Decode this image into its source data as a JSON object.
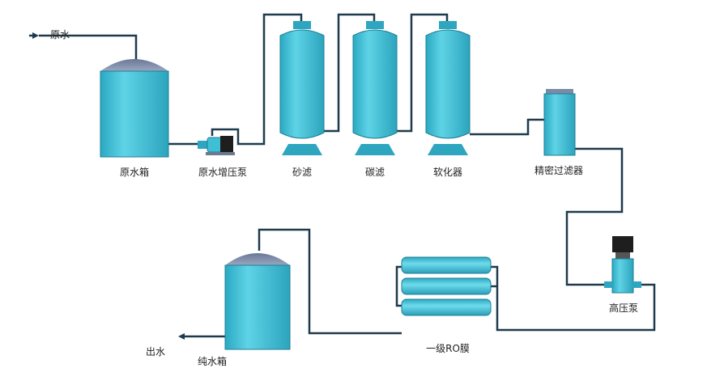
{
  "labels": {
    "raw_water_in": "原水",
    "raw_water_tank": "原水箱",
    "raw_water_pump": "原水增压泵",
    "sand_filter": "砂滤",
    "carbon_filter": "碳滤",
    "softener": "软化器",
    "precision_filter": "精密过滤器",
    "high_pressure_pump": "高压泵",
    "ro_membrane": "一级RO膜",
    "pure_water_tank": "纯水箱",
    "water_out": "出水"
  },
  "colors": {
    "pipe": "#1e3a4c",
    "tank_body": "#3fbfd6",
    "tank_top": "#7c8aa6",
    "accent_cap": "#2ea6c0"
  }
}
